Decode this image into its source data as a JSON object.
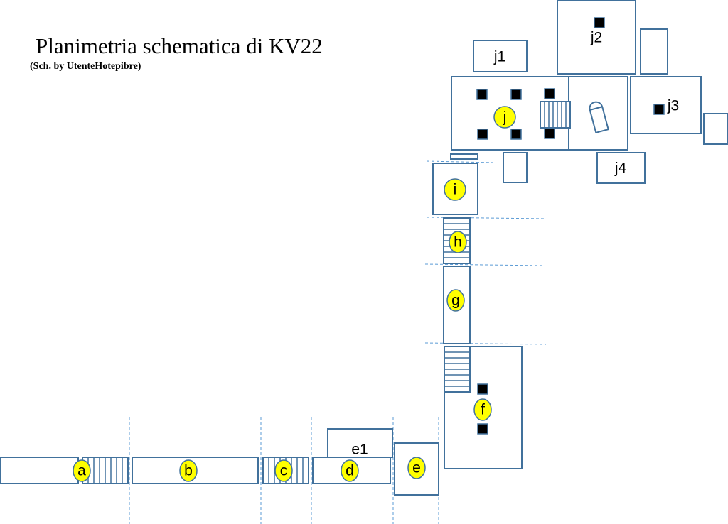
{
  "title": "Planimetria schematica di KV22",
  "subtitle": "(Sch. by UtenteHotepibre)",
  "colors": {
    "wall": "#41719c",
    "badge": "#ffff00",
    "guide": "#5b9bd5"
  },
  "rooms": {
    "a": "a",
    "b": "b",
    "c": "c",
    "d": "d",
    "e": "e",
    "e1": "e1",
    "f": "f",
    "g": "g",
    "h": "h",
    "i": "i",
    "j": "j",
    "j1": "j1",
    "j2": "j2",
    "j3": "j3",
    "j4": "j4"
  }
}
